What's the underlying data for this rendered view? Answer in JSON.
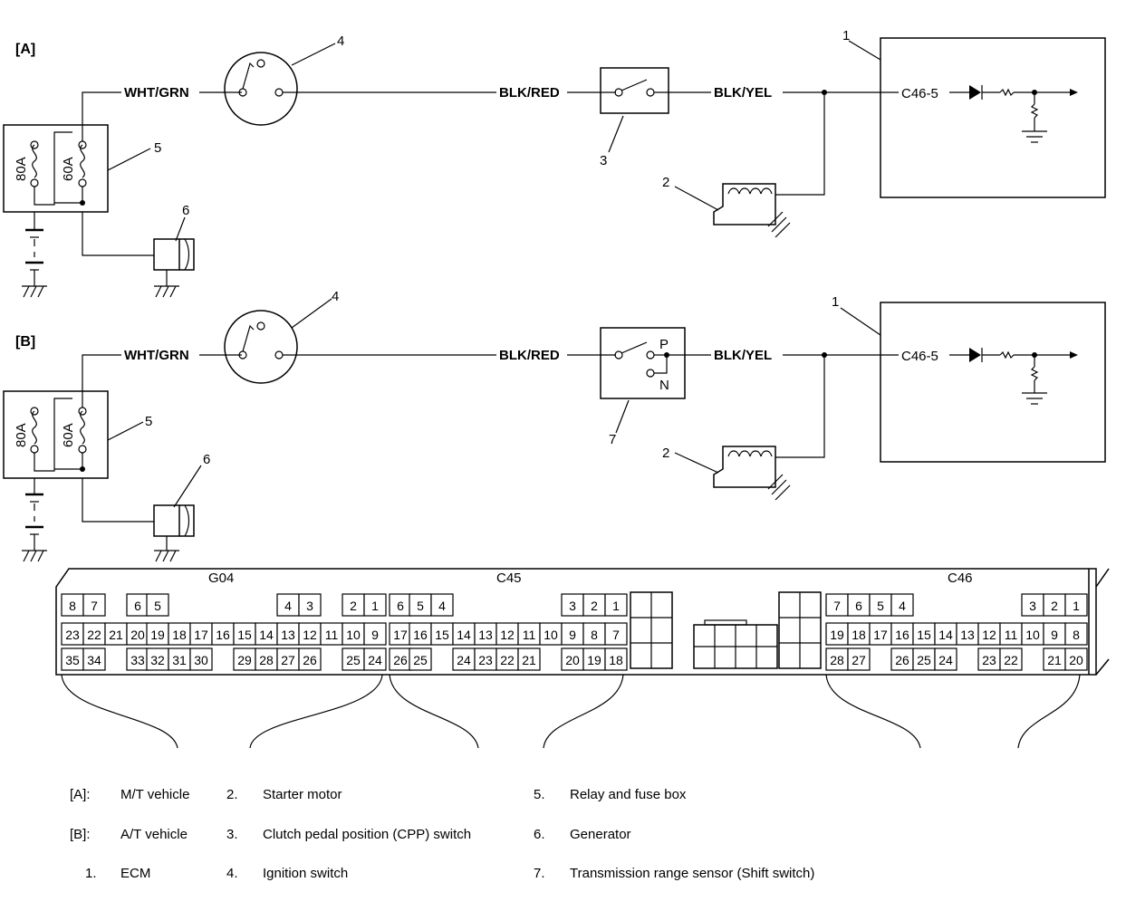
{
  "sections": {
    "a": {
      "tag": "[A]",
      "wire_ign_in": "WHT/GRN",
      "wire_ign_out": "BLK/RED",
      "wire_ecm": "BLK/YEL",
      "ecm_terminal": "C46-5",
      "fuse_80": "80A",
      "fuse_60": "60A",
      "callouts": {
        "ecm": "1",
        "starter": "2",
        "switch": "3",
        "ignition": "4",
        "relay": "5",
        "generator": "6"
      }
    },
    "b": {
      "tag": "[B]",
      "wire_ign_in": "WHT/GRN",
      "wire_ign_out": "BLK/RED",
      "wire_ecm": "BLK/YEL",
      "ecm_terminal": "C46-5",
      "fuse_80": "80A",
      "fuse_60": "60A",
      "pos_p": "P",
      "pos_n": "N",
      "callouts": {
        "ecm": "1",
        "starter": "2",
        "switch": "7",
        "ignition": "4",
        "relay": "5",
        "generator": "6"
      }
    }
  },
  "connectors": {
    "g04": {
      "name": "G04",
      "row1": [
        "8",
        "7",
        "6",
        "5",
        "4",
        "3",
        "2",
        "1"
      ],
      "row2": [
        "23",
        "22",
        "21",
        "20",
        "19",
        "18",
        "17",
        "16",
        "15",
        "14",
        "13",
        "12",
        "11",
        "10",
        "9"
      ],
      "row3": [
        "35",
        "34",
        "33",
        "32",
        "31",
        "30",
        "29",
        "28",
        "27",
        "26",
        "25",
        "24"
      ]
    },
    "c45": {
      "name": "C45",
      "row1": [
        "6",
        "5",
        "4",
        "3",
        "2",
        "1"
      ],
      "row2": [
        "17",
        "16",
        "15",
        "14",
        "13",
        "12",
        "11",
        "10",
        "9",
        "8",
        "7"
      ],
      "row3": [
        "26",
        "25",
        "24",
        "23",
        "22",
        "21",
        "20",
        "19",
        "18"
      ]
    },
    "c46": {
      "name": "C46",
      "row1": [
        "7",
        "6",
        "5",
        "4",
        "3",
        "2",
        "1"
      ],
      "row2": [
        "19",
        "18",
        "17",
        "16",
        "15",
        "14",
        "13",
        "12",
        "11",
        "10",
        "9",
        "8"
      ],
      "row3": [
        "28",
        "27",
        "26",
        "25",
        "24",
        "23",
        "22",
        "21",
        "20"
      ]
    }
  },
  "legend": [
    {
      "key": "[A]:",
      "text": "M/T vehicle"
    },
    {
      "key": "[B]:",
      "text": "A/T vehicle"
    },
    {
      "key": "1.",
      "text": "ECM"
    },
    {
      "key": "2.",
      "text": "Starter motor"
    },
    {
      "key": "3.",
      "text": "Clutch pedal position (CPP) switch"
    },
    {
      "key": "4.",
      "text": "Ignition switch"
    },
    {
      "key": "5.",
      "text": "Relay and fuse box"
    },
    {
      "key": "6.",
      "text": "Generator"
    },
    {
      "key": "7.",
      "text": "Transmission range sensor (Shift switch)"
    }
  ]
}
